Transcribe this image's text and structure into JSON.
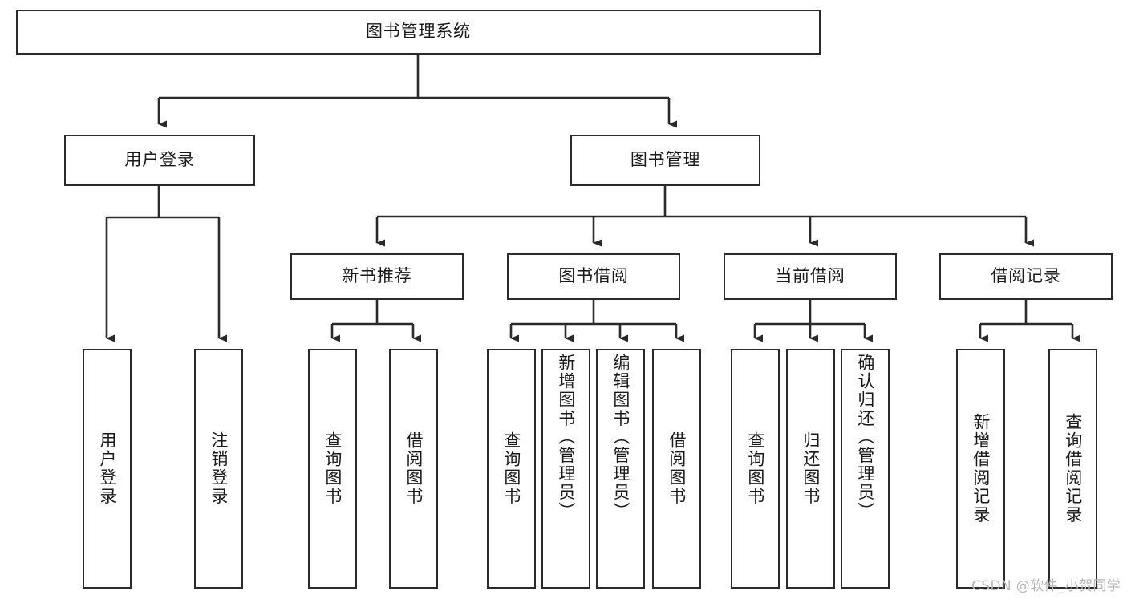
{
  "diagram": {
    "title": "图书管理系统",
    "type": "hierarchy-tree",
    "watermark": "CSDN @软件_小贺同学",
    "colors": {
      "stroke": "#2b2b2b",
      "fill": "#ffffff",
      "text": "#1a1a1a",
      "watermark": "#b6b6b6"
    },
    "nodes": {
      "root": {
        "label": "图书管理系统"
      },
      "level2": [
        {
          "id": "user-login",
          "label": "用户登录"
        },
        {
          "id": "book-manage",
          "label": "图书管理"
        }
      ],
      "level3": [
        {
          "id": "new-book-rec",
          "label": "新书推荐"
        },
        {
          "id": "book-borrow",
          "label": "图书借阅"
        },
        {
          "id": "current-borrow",
          "label": "当前借阅"
        },
        {
          "id": "borrow-record",
          "label": "借阅记录"
        }
      ],
      "leaves": [
        {
          "id": "leaf-user-login",
          "label": "用户登录"
        },
        {
          "id": "leaf-logout",
          "label": "注销登录"
        },
        {
          "id": "leaf-query-book-1",
          "label": "查询图书"
        },
        {
          "id": "leaf-borrow-book-1",
          "label": "借阅图书"
        },
        {
          "id": "leaf-query-book-2",
          "label": "查询图书"
        },
        {
          "id": "leaf-add-book",
          "label": "新增图书（管理员）"
        },
        {
          "id": "leaf-edit-book",
          "label": "编辑图书（管理员）"
        },
        {
          "id": "leaf-borrow-book-2",
          "label": "借阅图书"
        },
        {
          "id": "leaf-query-book-3",
          "label": "查询图书"
        },
        {
          "id": "leaf-return-book",
          "label": "归还图书"
        },
        {
          "id": "leaf-confirm-return",
          "label": "确认归还（管理员）"
        },
        {
          "id": "leaf-add-record",
          "label": "新增借阅记录"
        },
        {
          "id": "leaf-query-record",
          "label": "查询借阅记录"
        }
      ]
    }
  }
}
